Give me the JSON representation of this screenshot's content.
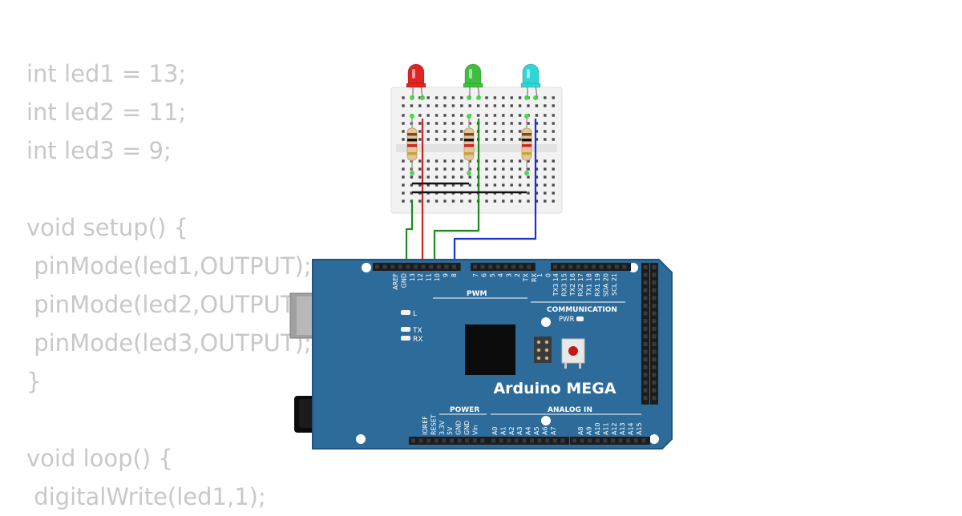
{
  "code": {
    "lines": [
      "int led1 = 13;",
      "int led2 = 11;",
      "int led3 = 9;",
      "",
      "void setup() {",
      " pinMode(led1,OUTPUT);",
      " pinMode(led2,OUTPUT);",
      " pinMode(led3,OUTPUT);",
      "}",
      "",
      "void loop() {",
      " digitalWrite(led1,1);"
    ]
  },
  "board": {
    "name": "Arduino MEGA",
    "labels": {
      "pwm": "PWM",
      "communication": "COMMUNICATION",
      "power": "POWER",
      "analog_in": "ANALOG IN",
      "led_l": "L",
      "led_tx": "TX",
      "led_rx": "RX",
      "pwr": "PWR"
    },
    "top_pins_left": [
      "AREF",
      "GND",
      "13",
      "12",
      "11",
      "10",
      "9",
      "8"
    ],
    "top_pins_mid": [
      "7",
      "6",
      "5",
      "4",
      "3",
      "2",
      "TX",
      "RX"
    ],
    "top_pins_mid_sub": [
      "",
      "",
      "",
      "",
      "",
      "",
      "1",
      "0"
    ],
    "top_pins_right": [
      "TX3 14",
      "RX3 15",
      "TX2 16",
      "RX2 17",
      "TX1 18",
      "RX1 19",
      "SDA 20",
      "SCL 21"
    ],
    "power_pins": [
      "IOREF",
      "RESET",
      "3.3V",
      "5V",
      "GND",
      "GND",
      "Vin"
    ],
    "analog_pins": [
      "A0",
      "A1",
      "A2",
      "A3",
      "A4",
      "A5",
      "A6",
      "A7",
      "A8",
      "A9",
      "A10",
      "A11",
      "A12",
      "A13",
      "A14",
      "A15"
    ]
  },
  "leds": [
    {
      "name": "red-led",
      "color": "#e02424"
    },
    {
      "name": "green-led",
      "color": "#3fbf3f"
    },
    {
      "name": "cyan-led",
      "color": "#2fd6d6"
    }
  ],
  "colors": {
    "board": "#2d6b9a",
    "board_dark": "#1f5580",
    "breadboard": "#f0f0f0",
    "wire_red": "#d61f1f",
    "wire_green": "#1f8a1f",
    "wire_blue": "#1f2fd0",
    "wire_black": "#111111"
  }
}
